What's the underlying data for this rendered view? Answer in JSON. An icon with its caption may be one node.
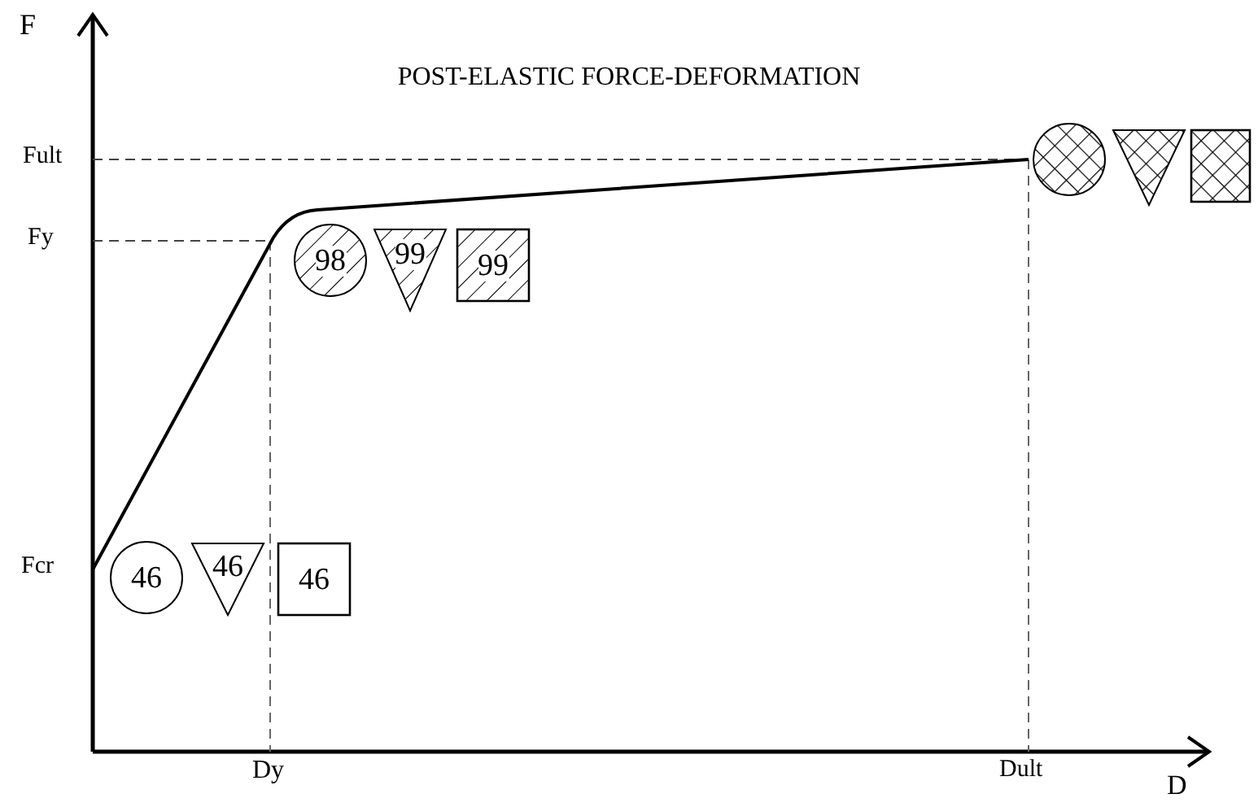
{
  "diagram": {
    "title": "POST-ELASTIC FORCE-DEFORMATION",
    "nodes": [
      {
        "text": [
          "46"
        ]
      },
      {
        "text": [
          "46"
        ]
      },
      {
        "text": [
          "46"
        ]
      },
      {
        "text": [
          "98"
        ]
      },
      {
        "text": [
          "99"
        ]
      },
      {
        "text": [
          "99"
        ]
      },
      {
        "text": [],
        "shape": "circle"
      },
      {
        "text": [],
        "shape": "triangle"
      },
      {
        "text": [],
        "shape": "box"
      }
    ],
    "edges": [],
    "labels": [
      "F",
      "Fult",
      "Fy",
      "Fcr",
      "Dy",
      "Dult",
      "D"
    ]
  }
}
